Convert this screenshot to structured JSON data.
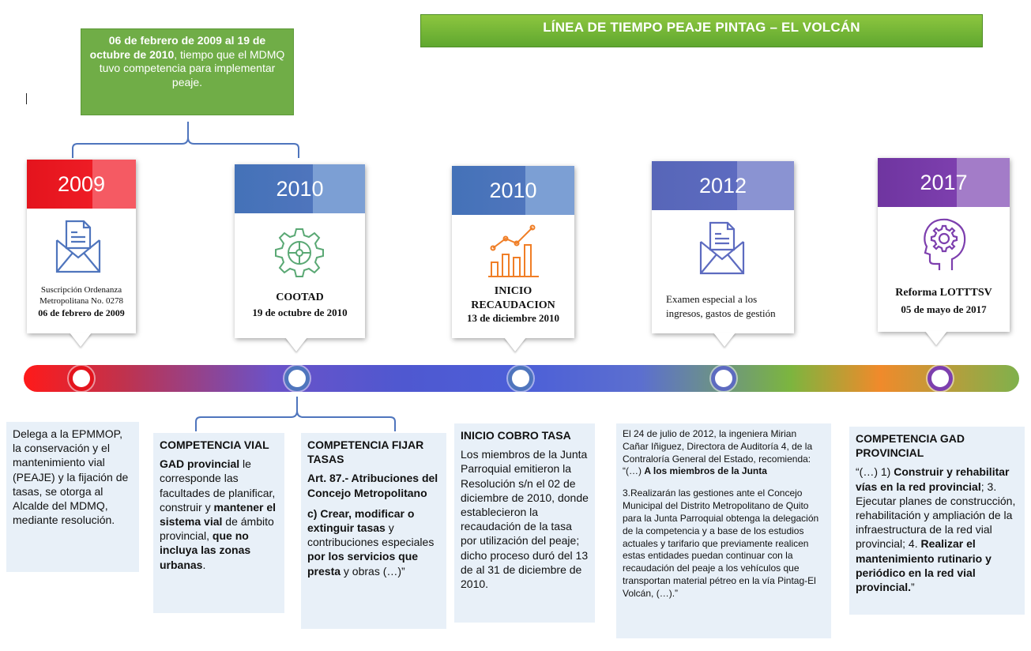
{
  "title": "LÍNEA DE TIEMPO PEAJE PINTAG – EL VOLCÁN",
  "green_note": {
    "bold": "06 de febrero de 2009 al 19 de octubre de 2010",
    "rest": ", tiempo que el MDMQ tuvo competencia para implementar peaje."
  },
  "colors": {
    "red": "#ee1c25",
    "blue": "#4f75bd",
    "indigo": "#5d6bc0",
    "purple": "#7d3fae",
    "green": "#70ad47"
  },
  "cards": [
    {
      "year": "2009",
      "icon": "envelope-document-icon",
      "line1": "Suscripción Ordenanza",
      "line2": "Metropolitana No. 0278",
      "date": "06 de febrero de 2009"
    },
    {
      "year": "2010",
      "icon": "gear-icon",
      "line1": "COOTAD",
      "date": "19 de octubre de 2010"
    },
    {
      "year": "2010",
      "icon": "bar-chart-growth-icon",
      "line1": "INICIO",
      "line2": "RECAUDACION",
      "date": "13 de diciembre 2010"
    },
    {
      "year": "2012",
      "icon": "envelope-document-icon",
      "line1": "Examen especial a los",
      "line2": "ingresos, gastos de gestión"
    },
    {
      "year": "2017",
      "icon": "head-gear-icon",
      "line1": "Reforma LOTTTSV",
      "date": "05 de mayo de 2017"
    }
  ],
  "boxes": {
    "delega": {
      "p1": "Delega a la EPMMOP, la conservación y el mantenimiento vial (PEAJE) y la fijación de tasas, se otorga al Alcalde del MDMQ, mediante resolución."
    },
    "vial": {
      "heading": "COMPETENCIA VIAL",
      "b1": "GAD provincial",
      "t1": " le corresponde las facultades de planificar, construir y ",
      "b2": "mantener el sistema vial",
      "t2": " de ámbito provincial, ",
      "b3": "que no incluya las zonas urbanas",
      "t3": "."
    },
    "tasas": {
      "heading": "COMPETENCIA FIJAR TASAS",
      "b1": "Art. 87.- Atribuciones del Concejo Metropolitano",
      "b2": "c) Crear, modificar o extinguir tasas",
      "t1": " y contribuciones especiales ",
      "b3": "por los servicios que presta",
      "t2": " y obras (…)”"
    },
    "cobro": {
      "heading": "INICIO COBRO TASA",
      "p1": "Los miembros de la Junta Parroquial emitieron la Resolución s/n el 02 de diciembre de 2010, donde establecieron la recaudación de la tasa por utilización del peaje; dicho proceso duró del 13 de al 31 de diciembre de 2010."
    },
    "contraloria": {
      "t1": "El 24 de julio de 2012, la ingeniera Mirian Cañar Iñiguez, Directora de Auditoría 4, de la Contraloría General del Estado, recomienda: “(…) ",
      "b1": "A los miembros de la Junta",
      "p2": "3.Realizarán las gestiones ante el Concejo Municipal del Distrito Metropolitano de Quito para la Junta Parroquial obtenga la delegación de la competencia y a base de los estudios actuales y tarifario que previamente realicen estas entidades puedan continuar con la recaudación del peaje a los vehículos que transportan material pétreo en la vía Pintag-El Volcán, (…).”"
    },
    "gad": {
      "heading": "COMPETENCIA GAD PROVINCIAL",
      "t1": "“(…) 1) ",
      "b1": "Construir y rehabilitar vías en la red provincial",
      "t2": "; 3. Ejecutar planes de construcción, rehabilitación y ampliación de la infraestructura de la red vial provincial; 4. ",
      "b2": "Realizar el mantenimiento rutinario y periódico en la red vial provincial.",
      "t3": "”"
    }
  }
}
